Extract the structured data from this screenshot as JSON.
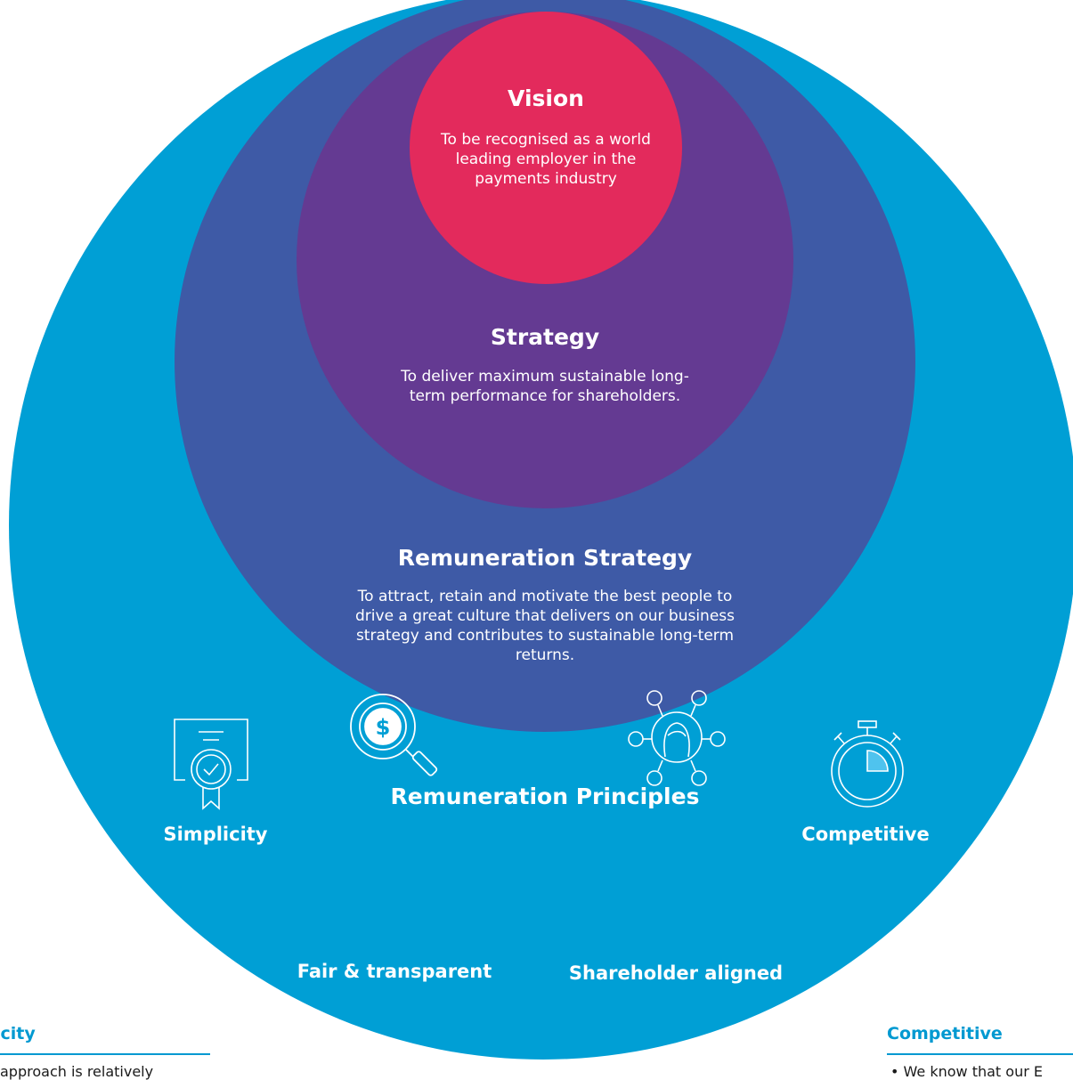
{
  "vision": {
    "title": "Vision",
    "body": "To be recognised as a world leading employer in the payments industry"
  },
  "strategy": {
    "title": "Strategy",
    "body": "To deliver maximum sustainable long-term performance for shareholders."
  },
  "remuneration_strategy": {
    "title": "Remuneration Strategy",
    "body": "To attract, retain and motivate the best people to drive a great culture that delivers on our business strategy and contributes to sustainable long-term returns."
  },
  "principles": {
    "title": "Remuneration Principles",
    "items": [
      {
        "label": "Simplicity",
        "icon": "certificate-icon"
      },
      {
        "label": "Competitive",
        "icon": "stopwatch-icon"
      },
      {
        "label": "Fair & transparent",
        "icon": "magnifier-dollar-icon"
      },
      {
        "label": "Shareholder aligned",
        "icon": "network-person-icon"
      }
    ]
  },
  "side_notes": {
    "left_heading": "icity",
    "left_text": "approach is relatively",
    "right_heading": "Competitive",
    "right_text": "• We know that our E"
  },
  "colors": {
    "outer": "#009fd5",
    "remuneration": "#3e5aa6",
    "strategy": "#643a92",
    "vision": "#e32a5c",
    "accent_text": "#0099d1"
  }
}
